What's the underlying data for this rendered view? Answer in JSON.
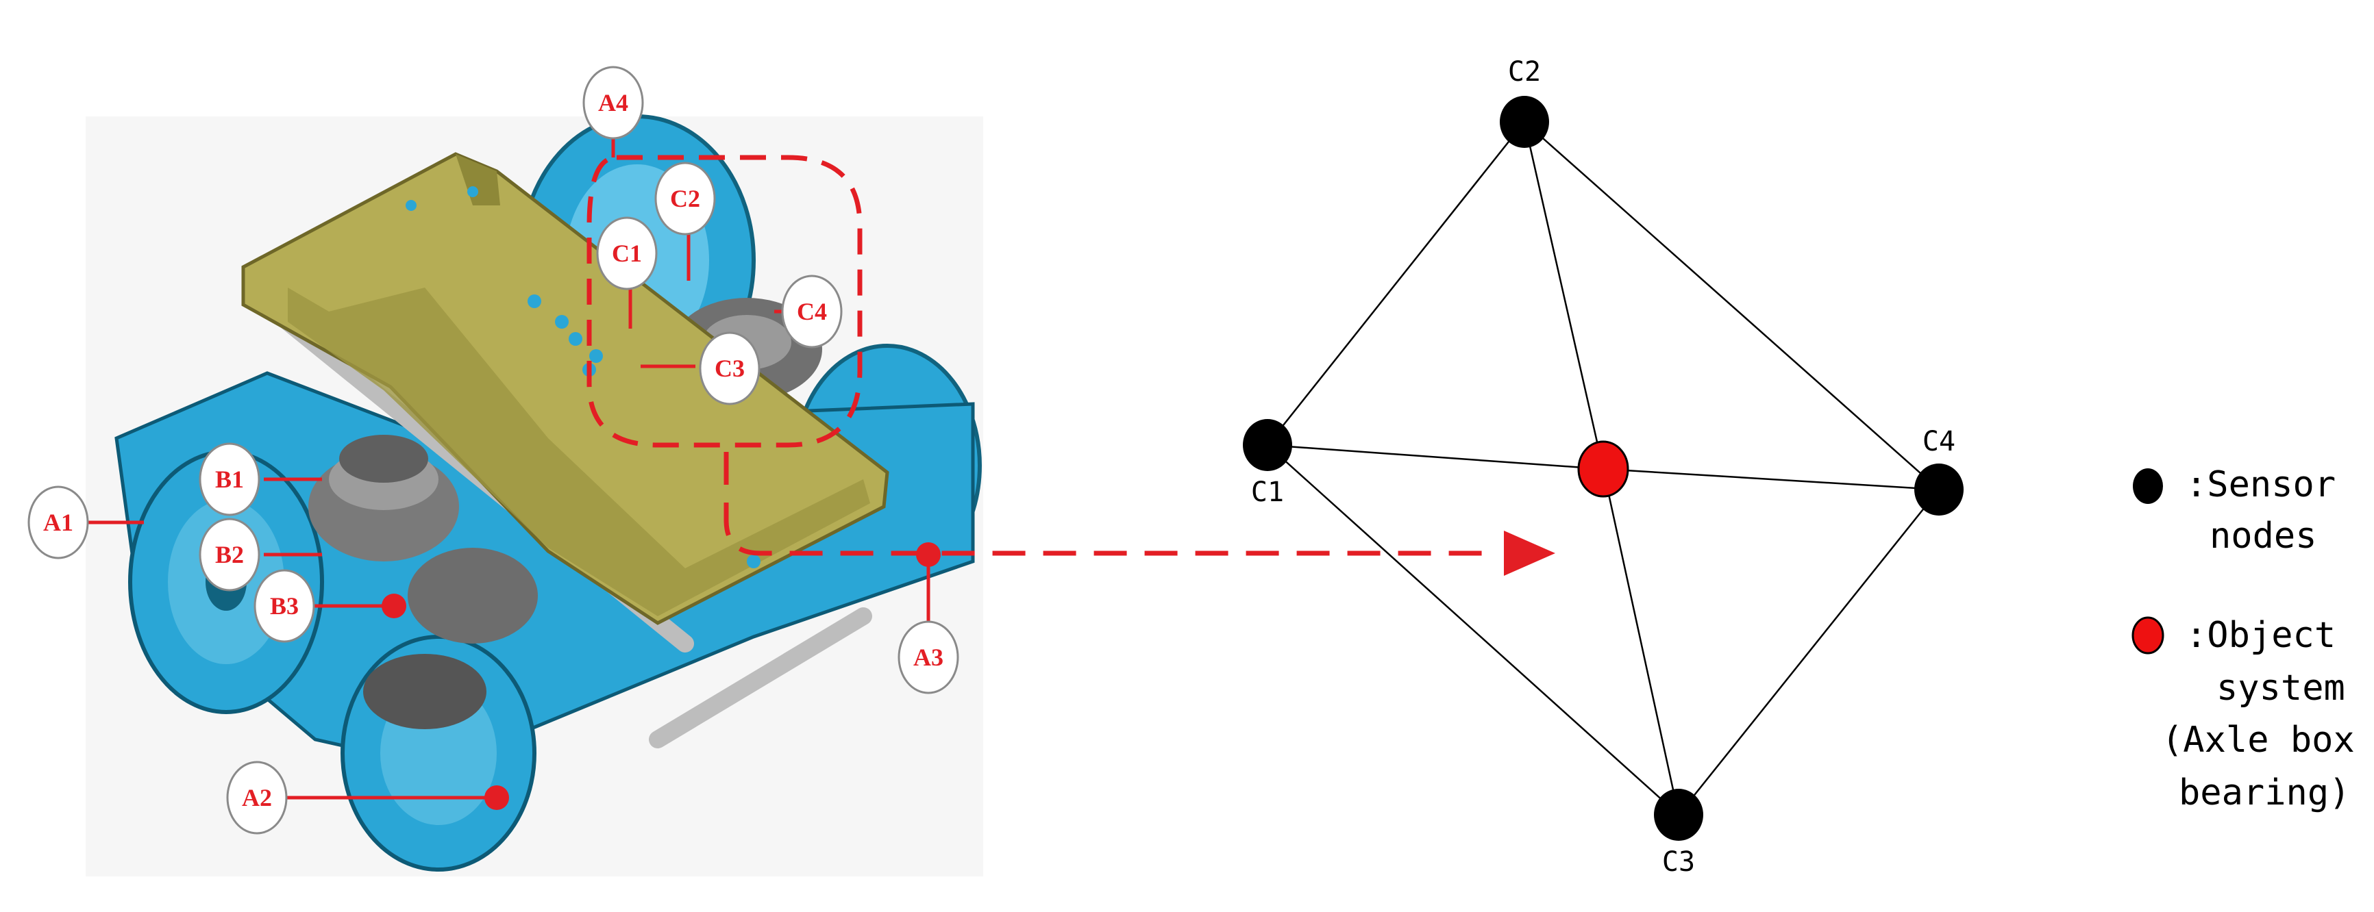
{
  "bogie": {
    "callouts": {
      "a1": "A1",
      "a2": "A2",
      "a3": "A3",
      "a4": "A4",
      "b1": "B1",
      "b2": "B2",
      "b3": "B3",
      "c1": "C1",
      "c2": "C2",
      "c3": "C3",
      "c4": "C4"
    }
  },
  "network": {
    "nodes": {
      "c1": "C1",
      "c2": "C2",
      "c3": "C3",
      "c4": "C4"
    }
  },
  "legend": {
    "sensor_text": [
      ":Sensor",
      "nodes"
    ],
    "object_text": [
      ":Object",
      "system",
      "(Axle box",
      "bearing)"
    ]
  },
  "colors": {
    "bogie_blue": "#2aa6d6",
    "frame_olive": "#b5ad55",
    "callout_red": "#e31e24",
    "sensor_node": "#000000",
    "object_node": "#ee1111"
  }
}
